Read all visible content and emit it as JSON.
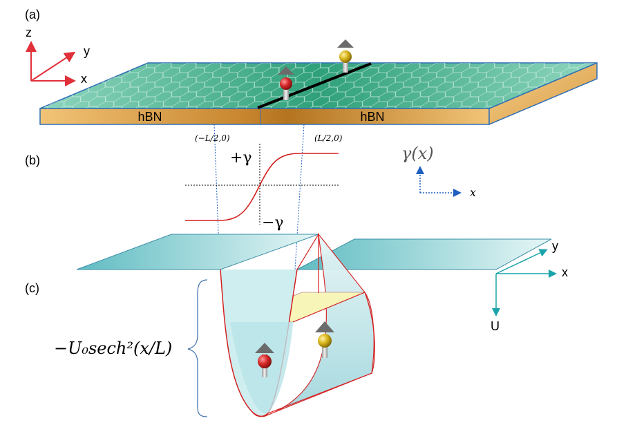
{
  "panels": {
    "a": "(a)",
    "b": "(b)",
    "c": "(c)"
  },
  "axes_a": {
    "z": "z",
    "y": "y",
    "x": "x"
  },
  "slab": {
    "left_label": "hBN",
    "right_label": "hBN"
  },
  "positions": {
    "left": "(−L/2,0)",
    "right": "(L/2,0)"
  },
  "gamma": {
    "title": "γ(x)",
    "x_axis": "x",
    "plus": "+γ",
    "minus": "−γ"
  },
  "axes_c": {
    "y": "y",
    "x": "x",
    "u": "U"
  },
  "potential": {
    "formula": "−U₀sech²(x/L)"
  },
  "colors": {
    "graphene": "#3fb08a",
    "hbn": "#c8862f",
    "curve": "#d42020",
    "sheet": "#7cc7cc",
    "axis_red": "#e0303a",
    "axis_blue": "#1f5fbf",
    "axis_cyan": "#1aa3a8",
    "spin_red": "#d62828",
    "spin_yellow": "#d9b51a"
  }
}
